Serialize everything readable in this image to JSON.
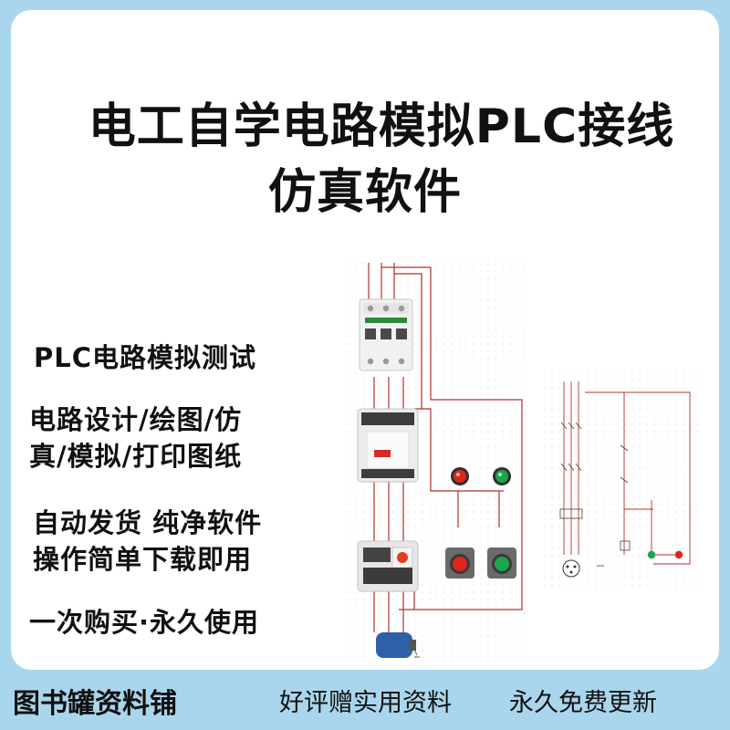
{
  "title": {
    "line1": "电工自学电路模拟PLC接线",
    "line2": "仿真软件"
  },
  "features": [
    "PLC电路模拟测试",
    "电路设计/绘图/仿",
    "真/模拟/打印图纸",
    "自动发货 纯净软件",
    "操作简单下载即用",
    "一次购买·永久使用"
  ],
  "bottom_bar": {
    "shop_name": "图书罐资料铺",
    "slogan_1": "好评赠实用资料",
    "slogan_2": "永久免费更新"
  },
  "colors": {
    "background": "#a9d6ec",
    "card": "#ffffff",
    "wire": "#b03030",
    "red_button": "#e0251b",
    "green_button": "#1aa64a"
  }
}
